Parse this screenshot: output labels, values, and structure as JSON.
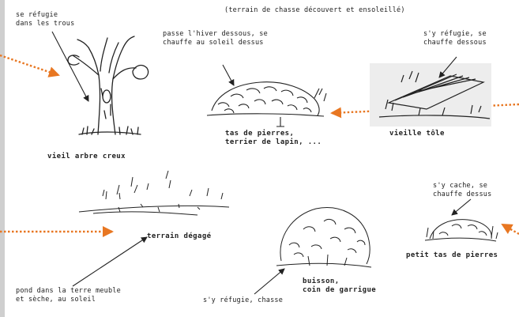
{
  "header": {
    "subtitle": "(terrain de chasse découvert et ensoleillé)"
  },
  "labels": {
    "tree_note": [
      "se réfugie",
      "dans les trous"
    ],
    "tree_caption": "vieil arbre creux",
    "stones_note": [
      "passe l'hiver dessous, se",
      "chauffe au soleil dessus"
    ],
    "stones_caption": [
      "tas de pierres,",
      "terrier de lapin, ..."
    ],
    "sheet_note": [
      "s'y réfugie, se",
      "chauffe dessous"
    ],
    "sheet_caption": "vieille tôle",
    "ground_caption": "terrain dégagé",
    "bush_caption": [
      "buisson,",
      "coin de garrigue"
    ],
    "small_pile_note": [
      "s'y cache, se",
      "chauffe dessus"
    ],
    "small_pile_caption": "petit tas de pierres",
    "lay_note": [
      "pond dans la terre meuble",
      "et sèche, au soleil"
    ],
    "bush_note": "s'y réfugie, chasse"
  },
  "colors": {
    "pointer_arrow": "#e87722",
    "ink": "#222222",
    "sheet_shadow": "#d9d9d9"
  }
}
